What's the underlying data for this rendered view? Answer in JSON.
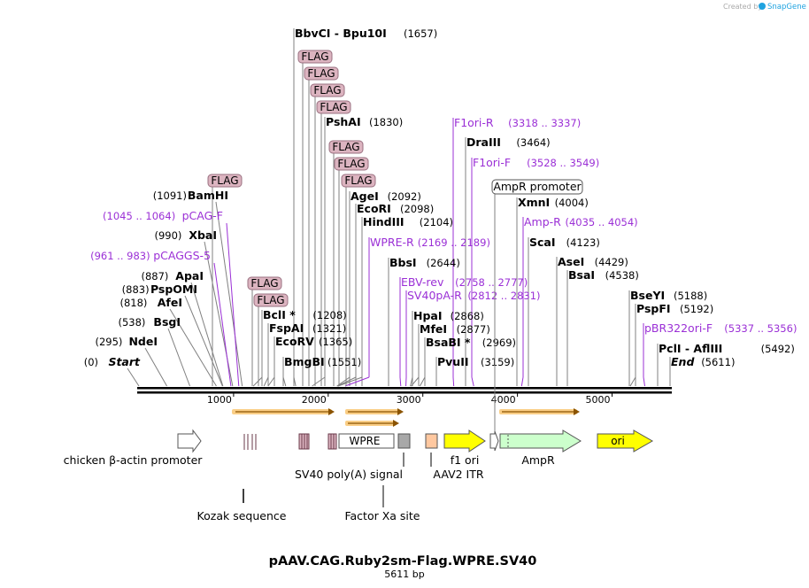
{
  "header": {
    "created_by": "Created by",
    "brand": "SnapGene"
  },
  "plasmid": {
    "name": "pAAV.CAG.Ruby2sm-Flag.WPRE.SV40",
    "length": "5611 bp"
  },
  "ruler": {
    "total_bp": 5611,
    "ticks": [
      "1000",
      "2000",
      "3000",
      "4000",
      "5000"
    ]
  },
  "enzyme_sites": [
    {
      "name": "Start",
      "pos": "(0)",
      "bp": 0,
      "special": true
    },
    {
      "name": "NdeI",
      "pos": "(295)",
      "bp": 295
    },
    {
      "name": "BsgI",
      "pos": "(538)",
      "bp": 538
    },
    {
      "name": "AfeI",
      "pos": "(818)",
      "bp": 818
    },
    {
      "name": "PspOMI",
      "pos": "(883)",
      "bp": 883
    },
    {
      "name": "ApaI",
      "pos": "(887)",
      "bp": 887
    },
    {
      "name": "XbaI",
      "pos": "(990)",
      "bp": 990
    },
    {
      "name": "BamHI",
      "pos": "(1091)",
      "bp": 1091
    },
    {
      "name": "BbvCI  - Bpu10I",
      "pos": "(1657)",
      "bp": 1657
    },
    {
      "name": "PshAI",
      "pos": "(1830)",
      "bp": 1830
    },
    {
      "name": "AgeI",
      "pos": "(2092)",
      "bp": 2092
    },
    {
      "name": "EcoRI",
      "pos": "(2098)",
      "bp": 2098
    },
    {
      "name": "HindIII",
      "pos": "(2104)",
      "bp": 2104
    },
    {
      "name": "BclI *",
      "pos": "(1208)",
      "bp": 1208
    },
    {
      "name": "FspAI",
      "pos": "(1321)",
      "bp": 1321
    },
    {
      "name": "EcoRV",
      "pos": "(1365)",
      "bp": 1365
    },
    {
      "name": "BmgBI",
      "pos": "(1551)",
      "bp": 1551
    },
    {
      "name": "BbsI",
      "pos": "(2644)",
      "bp": 2644
    },
    {
      "name": "HpaI",
      "pos": "(2868)",
      "bp": 2868
    },
    {
      "name": "MfeI",
      "pos": "(2877)",
      "bp": 2877
    },
    {
      "name": "BsaBI *",
      "pos": "(2969)",
      "bp": 2969
    },
    {
      "name": "PvuII",
      "pos": "(3159)",
      "bp": 3159
    },
    {
      "name": "DraIII",
      "pos": "(3464)",
      "bp": 3464
    },
    {
      "name": "XmnI",
      "pos": "(4004)",
      "bp": 4004
    },
    {
      "name": "ScaI",
      "pos": "(4123)",
      "bp": 4123
    },
    {
      "name": "AseI",
      "pos": "(4429)",
      "bp": 4429
    },
    {
      "name": "BsaI",
      "pos": "(4538)",
      "bp": 4538
    },
    {
      "name": "BseYI",
      "pos": "(5188)",
      "bp": 5188
    },
    {
      "name": "PspFI",
      "pos": "(5192)",
      "bp": 5192
    },
    {
      "name": "PclI  - AflIII",
      "pos": "(5492)",
      "bp": 5492
    },
    {
      "name": "End",
      "pos": "(5611)",
      "bp": 5611,
      "special": true
    }
  ],
  "primers": [
    {
      "name": "pCAG-F",
      "pos": "(1045 .. 1064)",
      "bp": 1055
    },
    {
      "name": "pCAGGS-5",
      "pos": "(961 .. 983)",
      "bp": 972
    },
    {
      "name": "WPRE-R",
      "pos": "(2169 .. 2189)",
      "bp": 2179
    },
    {
      "name": "F1ori-R",
      "pos": "(3318 .. 3337)",
      "bp": 3327
    },
    {
      "name": "F1ori-F",
      "pos": "(3528 .. 3549)",
      "bp": 3538
    },
    {
      "name": "EBV-rev",
      "pos": "(2758 .. 2777)",
      "bp": 2767
    },
    {
      "name": "SV40pA-R",
      "pos": "(2812 .. 2831)",
      "bp": 2821
    },
    {
      "name": "Amp-R",
      "pos": "(4035 .. 4054)",
      "bp": 4044
    },
    {
      "name": "pBR322ori-F",
      "pos": "(5337 .. 5356)",
      "bp": 5346
    }
  ],
  "flag_tags": [
    "FLAG",
    "FLAG",
    "FLAG",
    "FLAG",
    "FLAG",
    "FLAG",
    "FLAG",
    "FLAG",
    "FLAG",
    "FLAG"
  ],
  "features": {
    "chicken_actin": "chicken β-actin promoter",
    "wpre": "WPRE",
    "sv40": "SV40 poly(A) signal",
    "aav2": "AAV2 ITR",
    "f1ori": "f1 ori",
    "ampr": "AmpR",
    "ori": "ori",
    "amp_promoter": "AmpR promoter",
    "kozak": "Kozak sequence",
    "factor_xa": "Factor Xa site"
  },
  "colors": {
    "primer": "#9b30d6",
    "flag_fill": "#dcb4c0",
    "orf": "#f5a623",
    "yellow": "#ffff00",
    "green": "#ccffcc",
    "itr": "#ffc8a0",
    "gray": "#a8a8a8"
  }
}
